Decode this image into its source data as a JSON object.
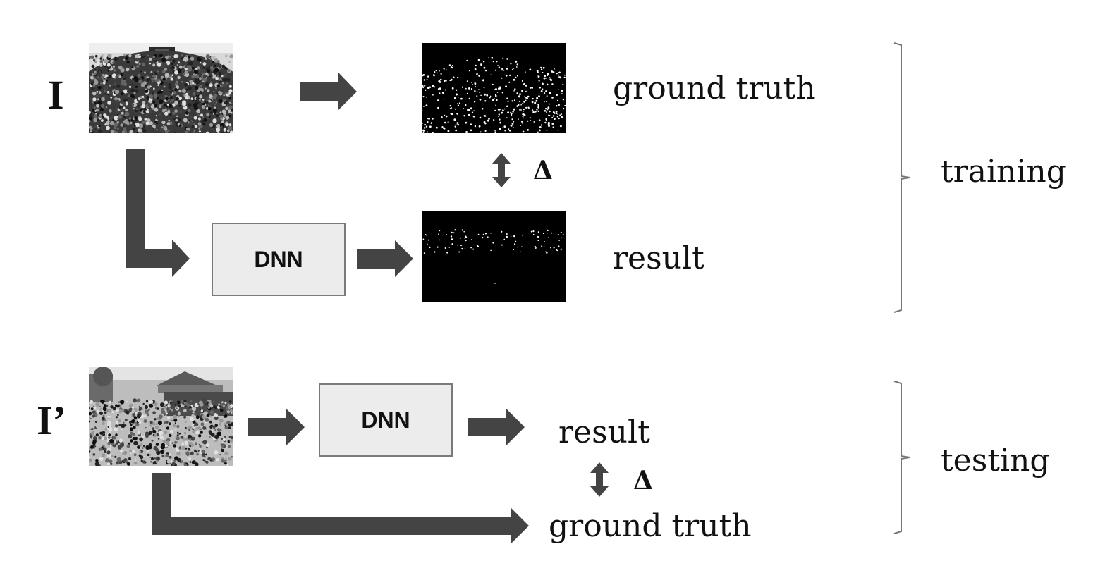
{
  "diagram": {
    "training": {
      "input_symbol": "I",
      "model_label": "DNN",
      "ground_truth_label": "ground truth",
      "result_label": "result",
      "delta_symbol": "Δ",
      "phase_label": "training"
    },
    "testing": {
      "input_symbol": "I’",
      "model_label": "DNN",
      "result_label": "result",
      "ground_truth_label": "ground truth",
      "delta_symbol": "Δ",
      "phase_label": "testing"
    }
  },
  "colors": {
    "arrow": "#444444",
    "bracket": "#777777",
    "dnn_fill": "#ececec",
    "map_background": "#000000",
    "map_points": "#ffffff"
  },
  "images": {
    "train_input": "crowd-photo (grayscale, fisheye stadium crowd)",
    "test_input": "crowd-photo (grayscale, street crowd)",
    "ground_truth_map": "density-dot-map",
    "result_map": "sparse-dot-map"
  }
}
